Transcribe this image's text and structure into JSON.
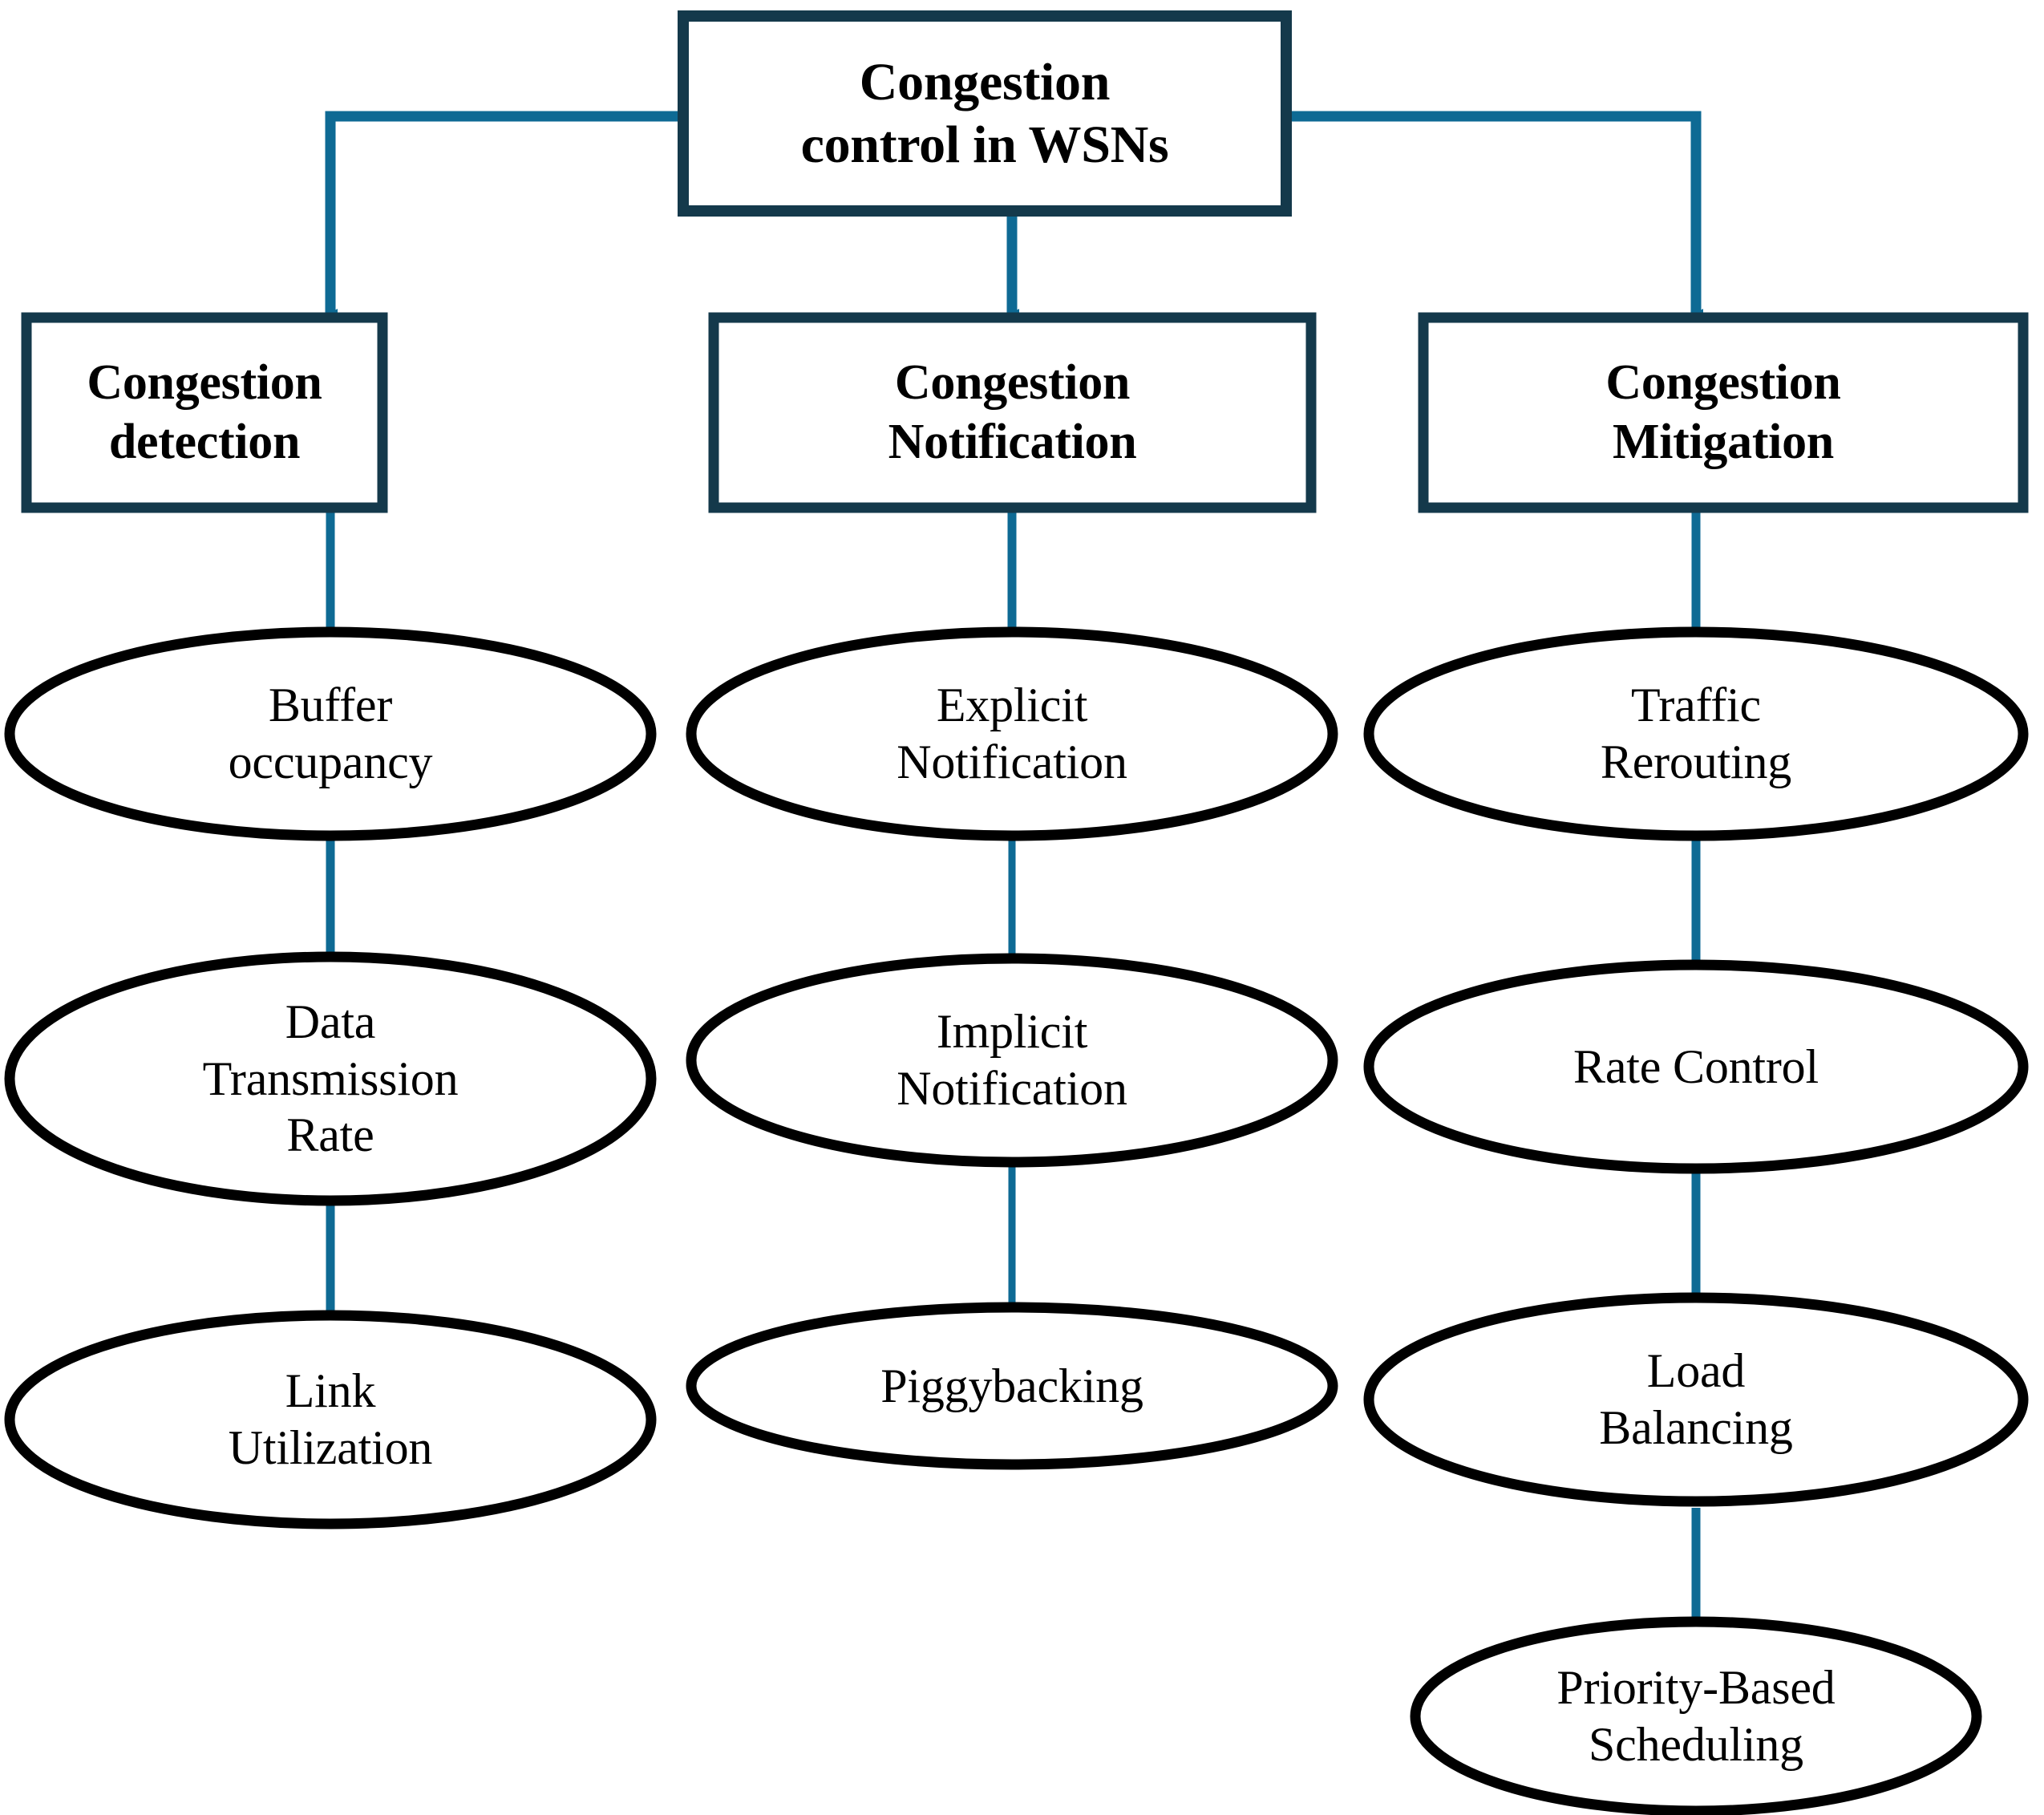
{
  "diagram": {
    "title": "Congestion control in WSNs",
    "type": "hierarchy-tree",
    "root": {
      "label": "Congestion\ncontrol in WSNs",
      "shape": "rectangle"
    },
    "categories": [
      {
        "label": "Congestion\ndetection",
        "shape": "rectangle",
        "children": [
          {
            "label": "Buffer\noccupancy",
            "shape": "ellipse"
          },
          {
            "label": "Data\nTransmission\nRate",
            "shape": "ellipse"
          },
          {
            "label": "Link\nUtilization",
            "shape": "ellipse"
          }
        ]
      },
      {
        "label": "Congestion\nNotification",
        "shape": "rectangle",
        "children": [
          {
            "label": "Explicit\nNotification",
            "shape": "ellipse"
          },
          {
            "label": "Implicit\nNotification",
            "shape": "ellipse"
          },
          {
            "label": "Piggybacking",
            "shape": "ellipse"
          }
        ]
      },
      {
        "label": "Congestion\nMitigation",
        "shape": "rectangle",
        "children": [
          {
            "label": "Traffic\nRerouting",
            "shape": "ellipse"
          },
          {
            "label": "Rate Control",
            "shape": "ellipse"
          },
          {
            "label": "Load\nBalancing",
            "shape": "ellipse"
          },
          {
            "label": "Priority-Based\nScheduling",
            "shape": "ellipse"
          }
        ]
      }
    ],
    "colors": {
      "connector": "#0E6A94",
      "box_border": "#14394B",
      "ellipse_border": "#000000",
      "text": "#000000",
      "background": "#FFFFFF"
    }
  }
}
